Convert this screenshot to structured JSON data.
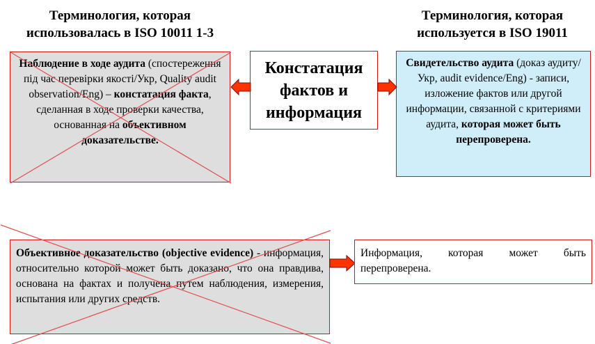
{
  "headings": {
    "left_line1": "Терминология, которая",
    "left_line2": "использовалась в ISO 10011 1-3",
    "right_line1": "Терминология, которая",
    "right_line2": "используется в ISO 19011"
  },
  "center_box": {
    "line1": "Констатация",
    "line2": "фактов и",
    "line3": "информация"
  },
  "left_box": {
    "term": "Наблюдение в ходе аудита",
    "text1": " (спостереження під час перевірки якості/Укр, Quality audit observation/Eng) – ",
    "term2": "констатация факта",
    "text2": ", сделанная в ходе проверки качества, основанная на ",
    "term3": "объективном доказательстве."
  },
  "right_box": {
    "term": "Свидетельство аудита",
    "text1": " (доказ аудиту/Укр, audit evidence/Eng) - записи, изложение фактов или другой информации, связанной с критериями аудита, ",
    "term2": "которая может быть перепроверена."
  },
  "bottom_left_box": {
    "term": "Объективное доказательство (objective evidence)",
    "text1": " - информация, относительно которой может быть доказано, что она правдива, основана на фактах и получена путем наблюдения, измерения, испытания или других средств."
  },
  "bottom_right_box": {
    "text": "Информация, которая может быть перепроверена."
  },
  "colors": {
    "border": "#d01a1a",
    "cross": "#e05050",
    "arrow_fill": "#ff3300",
    "gray_box": "#dedede",
    "blue_box": "#cfeefa"
  }
}
